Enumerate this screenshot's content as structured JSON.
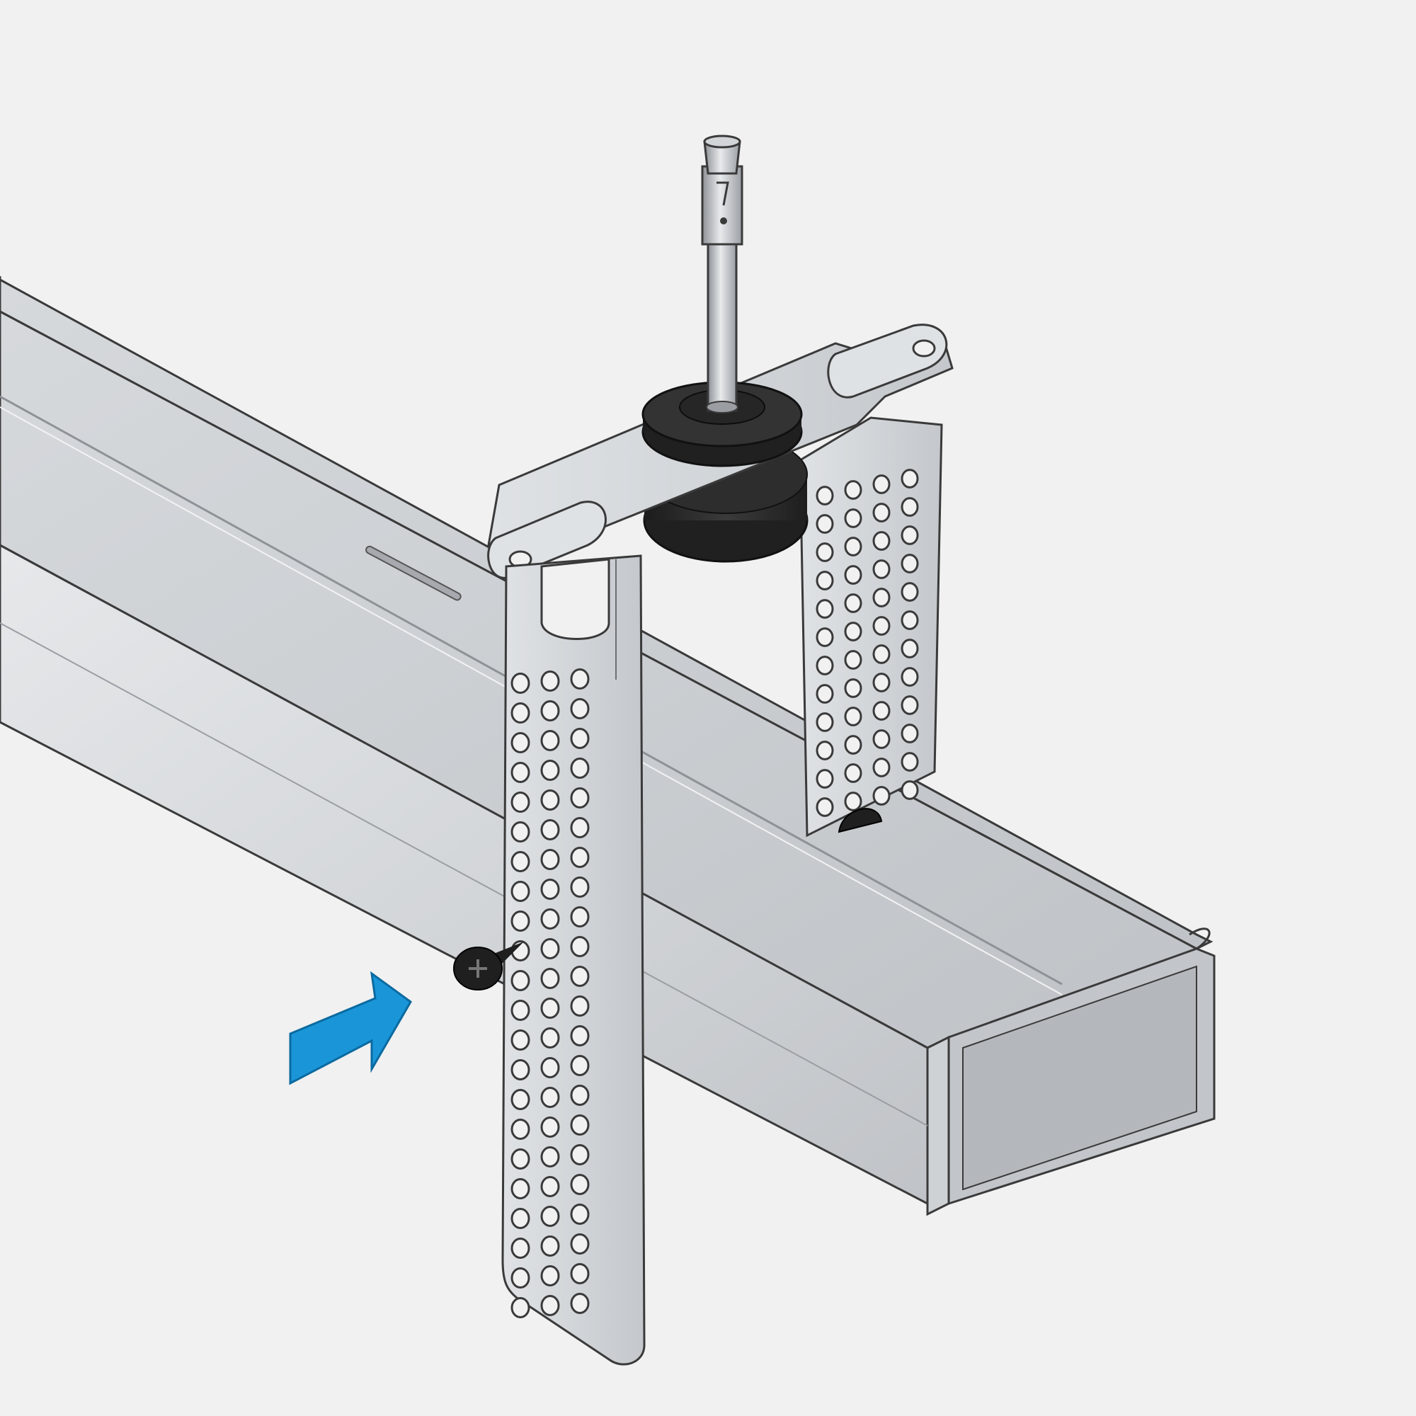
{
  "scene": {
    "background": "#f1f1f1",
    "metal_light": "#e4e6e8",
    "metal_mid": "#c6c9cd",
    "metal_dark": "#9fa3a8",
    "outline": "#3a3a3a",
    "rubber": "#2a2a2a",
    "screw": "#1f1f1f",
    "arrow_color": "#1a96d8"
  },
  "parts": [
    {
      "id": "ceiling-channel",
      "icon": "c-channel-icon"
    },
    {
      "id": "acoustic-hanger",
      "icon": "perforated-bracket-icon"
    },
    {
      "id": "vibration-isolator",
      "icon": "rubber-mount-icon"
    },
    {
      "id": "anchor-bolt",
      "icon": "anchor-rod-icon"
    },
    {
      "id": "fixing-screw",
      "icon": "screw-icon"
    },
    {
      "id": "insertion-arrow",
      "icon": "arrow-right-icon"
    }
  ]
}
